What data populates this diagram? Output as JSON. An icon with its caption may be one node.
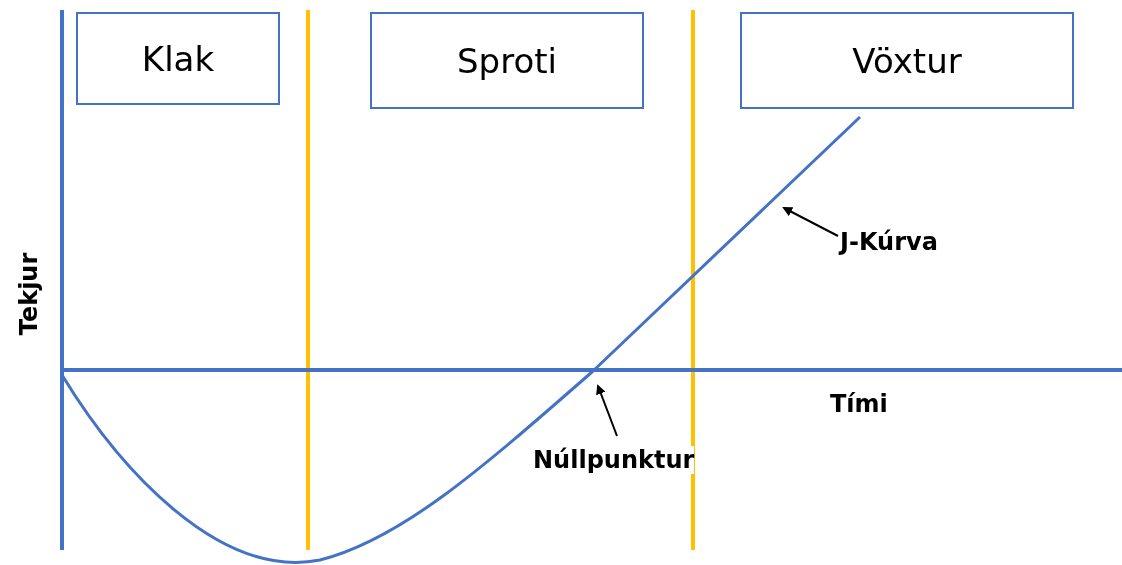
{
  "diagram": {
    "nodes": [
      {
        "text": [
          "Klak"
        ]
      },
      {
        "text": [
          "Sproti"
        ]
      },
      {
        "text": [
          "Vöxtur"
        ]
      },
      {
        "text": [
          "J-Kúrva"
        ]
      },
      {
        "text": [
          "Núllpunktur"
        ]
      }
    ],
    "edges": [
      {
        "from": 3,
        "to": null,
        "arrow": "to"
      },
      {
        "from": 4,
        "to": null,
        "arrow": "to"
      }
    ],
    "labels": [
      "Tekjur",
      "Tími"
    ]
  }
}
